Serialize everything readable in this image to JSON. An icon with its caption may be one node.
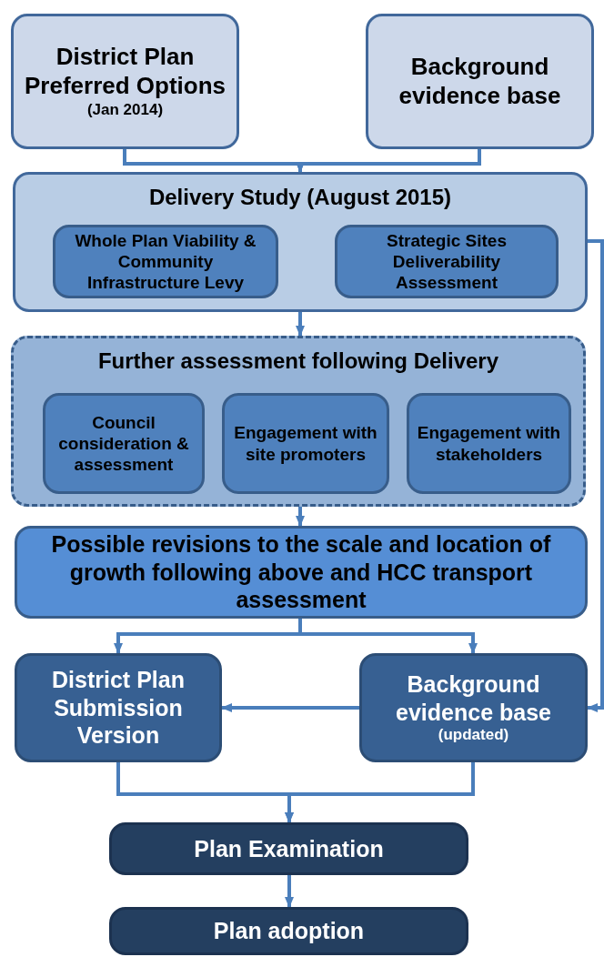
{
  "diagram": {
    "nodes": [
      {
        "text": [
          "District Plan Preferred Options",
          "(Jan 2014)"
        ]
      },
      {
        "text": [
          "Background evidence base"
        ]
      },
      {
        "text": [
          "Delivery Study (August 2015)"
        ]
      },
      {
        "text": [
          "Whole Plan Viability & Community Infrastructure Levy"
        ],
        "in": 2
      },
      {
        "text": [
          "Strategic Sites Deliverability Assessment"
        ],
        "in": 2
      },
      {
        "text": [
          "Further assessment following Delivery"
        ]
      },
      {
        "text": [
          "Council consideration & assessment"
        ],
        "in": 5
      },
      {
        "text": [
          "Engagement with site promoters"
        ],
        "in": 5
      },
      {
        "text": [
          "Engagement with stakeholders"
        ],
        "in": 5
      },
      {
        "text": [
          "Possible revisions to the scale and location of growth following above and HCC transport assessment"
        ]
      },
      {
        "text": [
          "District Plan Submission Version"
        ]
      },
      {
        "text": [
          "Background evidence base",
          "(updated)"
        ]
      },
      {
        "text": [
          "Plan Examination"
        ]
      },
      {
        "text": [
          "Plan adoption"
        ]
      }
    ],
    "edges": [
      {
        "from": 0,
        "to": 2,
        "arrow": "to"
      },
      {
        "from": 1,
        "to": 2,
        "arrow": "to"
      },
      {
        "from": 2,
        "to": 5,
        "arrow": "to"
      },
      {
        "from": 5,
        "to": 9,
        "arrow": "to"
      },
      {
        "from": 9,
        "to": 10,
        "arrow": "to"
      },
      {
        "from": 9,
        "to": 11,
        "arrow": "to"
      },
      {
        "from": 11,
        "to": 10,
        "arrow": "to"
      },
      {
        "from": 10,
        "to": 12,
        "arrow": "to"
      },
      {
        "from": 11,
        "to": 12,
        "arrow": "to"
      },
      {
        "from": 12,
        "to": 13,
        "arrow": "to"
      },
      {
        "from": 2,
        "to": 11,
        "arrow": "to"
      }
    ]
  }
}
